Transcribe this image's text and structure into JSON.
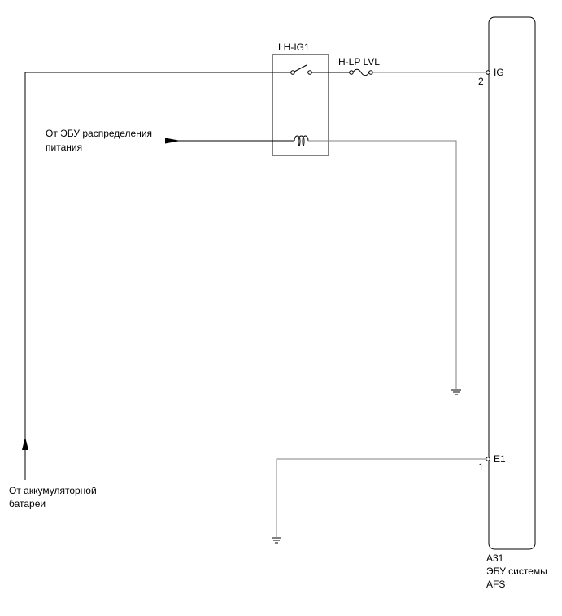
{
  "relay": {
    "name": "LH-IG1"
  },
  "fuse": {
    "name": "H-LP LVL"
  },
  "sources": {
    "ecu_power_distribution_line1": "От ЭБУ распределения",
    "ecu_power_distribution_line2": "питания",
    "battery_line1": "От аккумуляторной",
    "battery_line2": "батареи"
  },
  "ecu": {
    "connector": "A31",
    "name_line1": "ЭБУ системы",
    "name_line2": "AFS",
    "pins": [
      {
        "number": "2",
        "label": "IG"
      },
      {
        "number": "1",
        "label": "E1"
      }
    ]
  },
  "colors": {
    "wire_dark": "#000000",
    "wire_grey": "#808080",
    "background": "#ffffff"
  }
}
